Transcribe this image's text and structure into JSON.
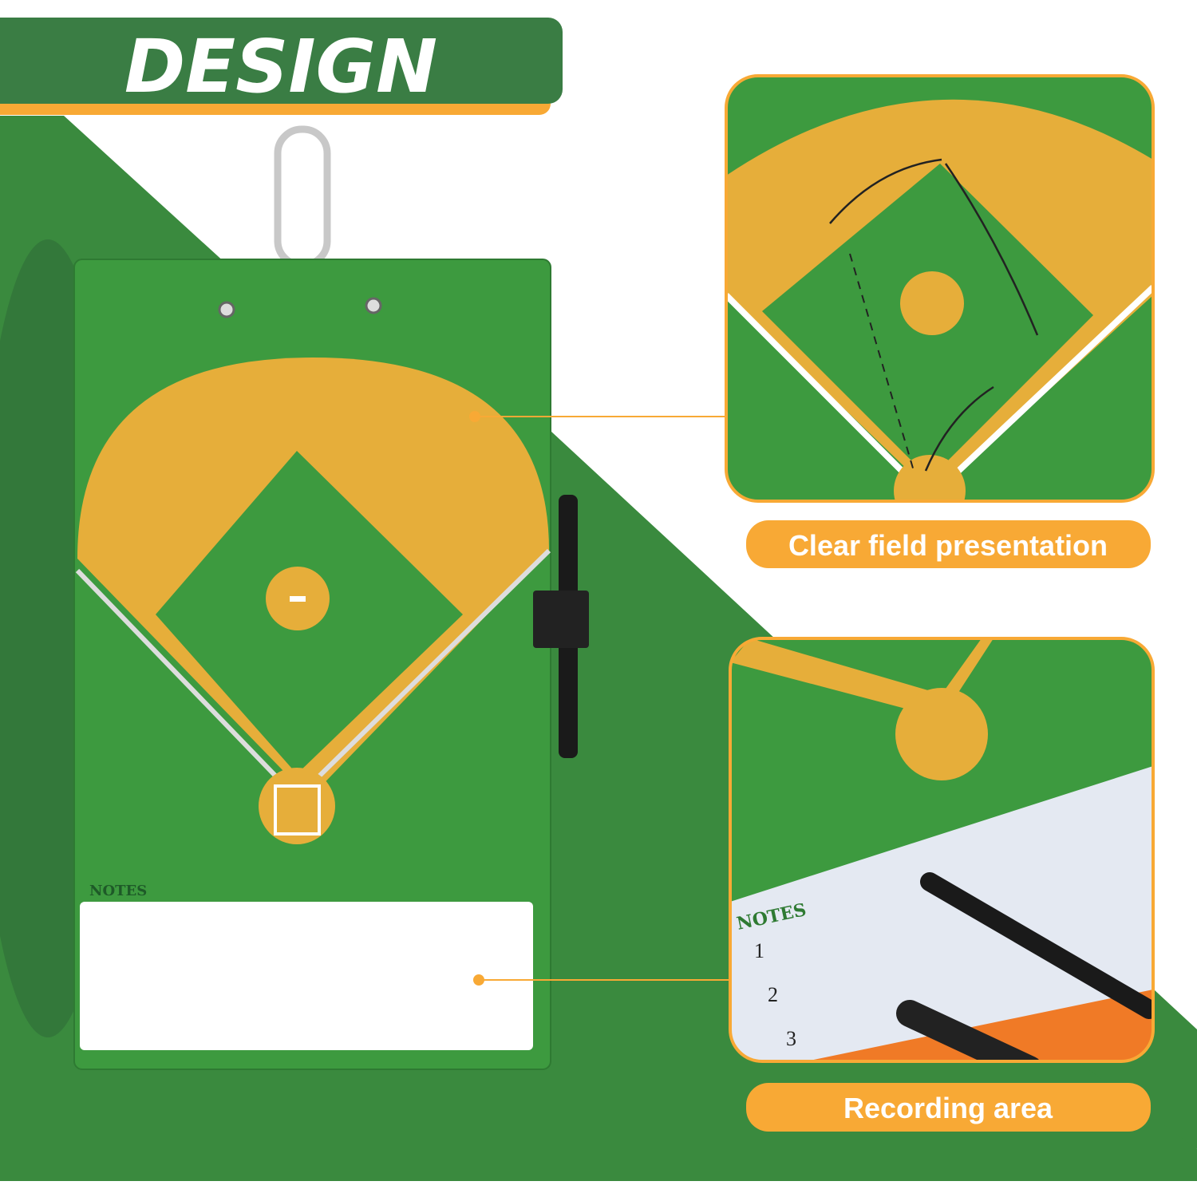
{
  "header": {
    "title": "DESIGN"
  },
  "clipboard": {
    "notes_label": "NOTES"
  },
  "callouts": [
    {
      "label": "Clear field presentation"
    },
    {
      "label": "Recording area",
      "notes_label": "NOTES",
      "list_marks": [
        "1",
        "2",
        "3"
      ]
    }
  ],
  "colors": {
    "green": "#3a7d44",
    "field_green": "#3d9a3f",
    "infield": "#e6ae3a",
    "orange": "#f8a935",
    "white": "#ffffff"
  }
}
